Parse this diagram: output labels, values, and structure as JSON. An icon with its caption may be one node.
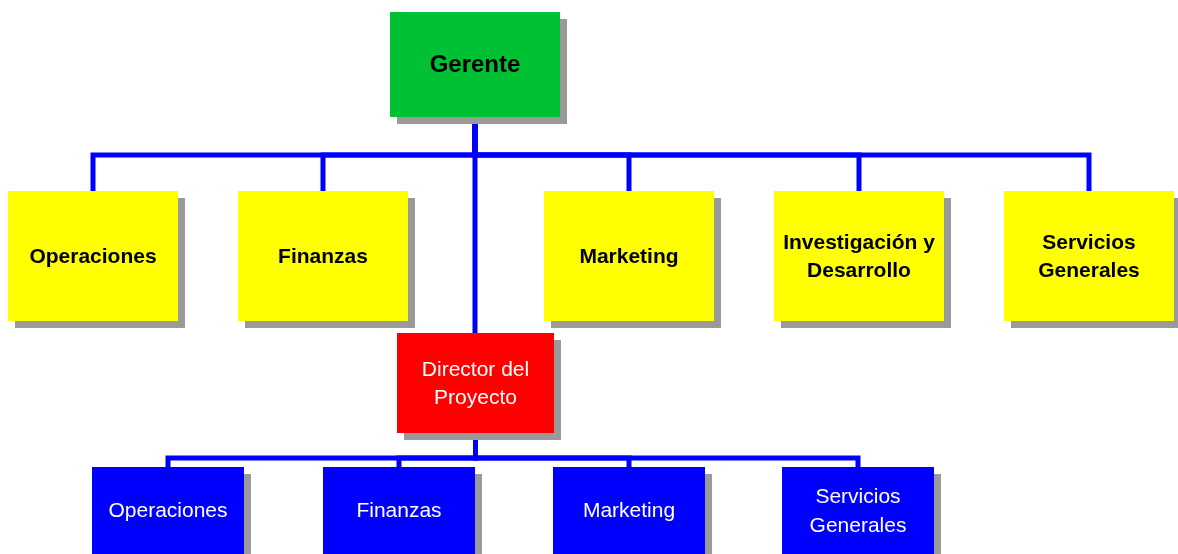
{
  "diagram": {
    "nodes": [
      {
        "text": [
          "Gerente"
        ]
      },
      {
        "text": [
          "Operaciones"
        ]
      },
      {
        "text": [
          "Finanzas"
        ]
      },
      {
        "text": [
          "Marketing"
        ]
      },
      {
        "text": [
          "Investigación y Desarrollo"
        ]
      },
      {
        "text": [
          "Servicios Generales"
        ]
      },
      {
        "text": [
          "Director del Proyecto"
        ]
      },
      {
        "text": [
          "Operaciones"
        ]
      },
      {
        "text": [
          "Finanzas"
        ]
      },
      {
        "text": [
          "Marketing"
        ]
      },
      {
        "text": [
          "Servicios Generales"
        ]
      }
    ],
    "edges": [
      {
        "from": 0,
        "to": 1,
        "arrow": "none"
      },
      {
        "from": 0,
        "to": 2,
        "arrow": "none"
      },
      {
        "from": 0,
        "to": 3,
        "arrow": "none"
      },
      {
        "from": 0,
        "to": 4,
        "arrow": "none"
      },
      {
        "from": 0,
        "to": 5,
        "arrow": "none"
      },
      {
        "from": 0,
        "to": 6,
        "arrow": "none"
      },
      {
        "from": 6,
        "to": 7,
        "arrow": "none"
      },
      {
        "from": 6,
        "to": 8,
        "arrow": "none"
      },
      {
        "from": 6,
        "to": 9,
        "arrow": "none"
      },
      {
        "from": 6,
        "to": 10,
        "arrow": "none"
      }
    ]
  }
}
